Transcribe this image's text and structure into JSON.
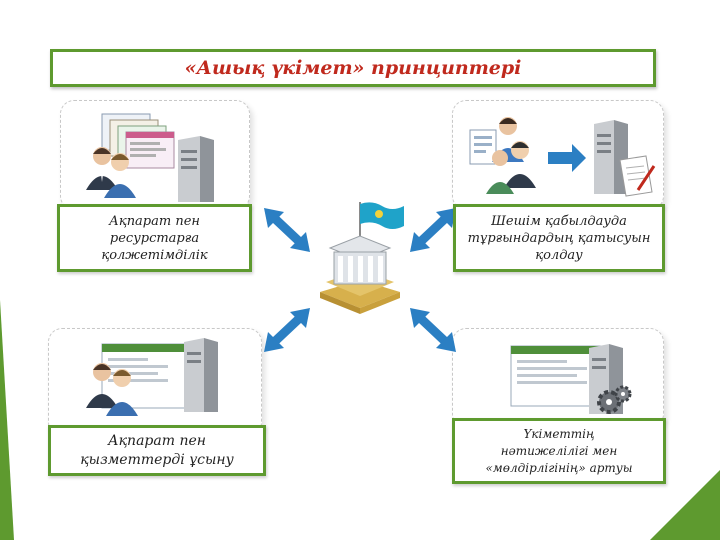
{
  "title": "«Ашық үкімет» принциптері",
  "center": {
    "icon": "government-building-with-kazakhstan-flag-icon"
  },
  "principles": [
    {
      "lines": [
        "Ақпарат пен",
        "ресурстарға",
        "қолжетімділік"
      ],
      "icon": "users-documents-server-icon"
    },
    {
      "lines": [
        "Шешім қабылдауда",
        "тұрғындардың қатысуын",
        "қолдау"
      ],
      "icon": "users-arrow-server-document-icon"
    },
    {
      "lines": [
        "Ақпарат пен",
        "қызметтерді ұсыну"
      ],
      "icon": "users-webpage-server-icon"
    },
    {
      "lines": [
        "Үкіметтің",
        "нәтижелілігі мен",
        "«мөлдірлігінің» артуы"
      ],
      "icon": "webpage-server-gears-icon"
    }
  ],
  "colors": {
    "accent_green": "#5e9a2f",
    "title_red": "#c0291d",
    "arrow_blue": "#2b7fc3"
  }
}
